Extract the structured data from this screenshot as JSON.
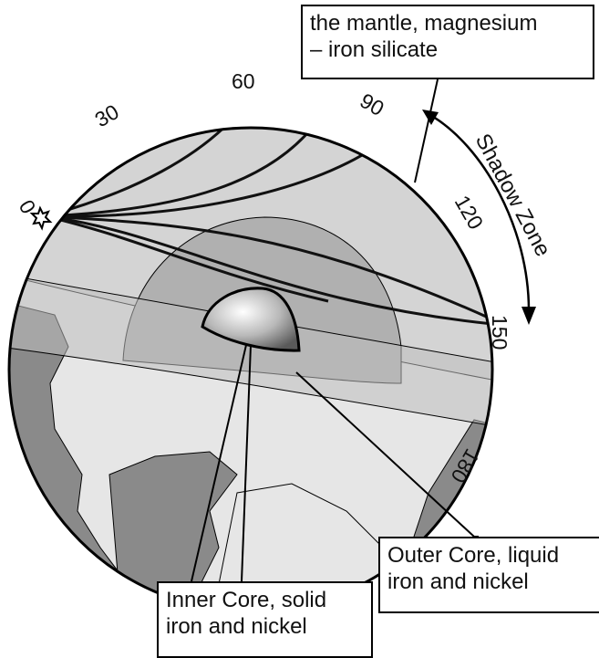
{
  "labels": {
    "mantle": [
      "the mantle, magnesium",
      "– iron silicate"
    ],
    "outer_core": [
      "Outer Core, liquid",
      "iron and nickel"
    ],
    "inner_core": [
      "Inner Core, solid",
      "iron and nickel"
    ],
    "shadow_zone": "Shadow Zone"
  },
  "degree_marks": [
    "0",
    "30",
    "60",
    "90",
    "120",
    "150",
    "180"
  ],
  "colors": {
    "mantle": "#d4d4d4",
    "outer_core": "#b0b0b0",
    "inner_core": "#7c7c7c",
    "land": "#8a8a8a",
    "sea": "#e6e6e6",
    "outline": "#000000"
  }
}
